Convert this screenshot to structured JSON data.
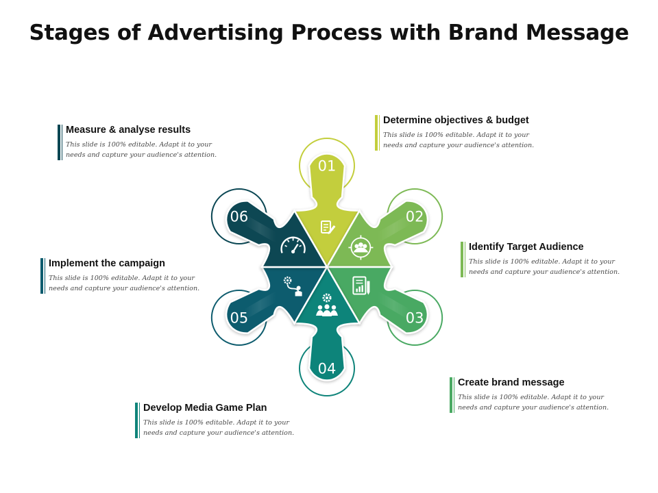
{
  "title": "Stages of Advertising Process with Brand Message",
  "stages": [
    {
      "num": "01",
      "heading": "Determine objectives & budget",
      "body": "This slide is 100% editable. Adapt it to your needs and capture your audience's attention.",
      "color": "#C3CE3C",
      "icon": "checklist-pen-icon"
    },
    {
      "num": "02",
      "heading": "Identify Target Audience",
      "body": "This slide is 100% editable. Adapt it to your needs and capture your audience's attention.",
      "color": "#7DB955",
      "icon": "target-audience-icon"
    },
    {
      "num": "03",
      "heading": "Create brand message",
      "body": "This slide is 100% editable. Adapt it to your needs and capture your audience's attention.",
      "color": "#4AA963",
      "icon": "report-pen-icon"
    },
    {
      "num": "04",
      "heading": "Develop Media Game Plan",
      "body": "This slide is 100% editable. Adapt it to your needs and capture your audience's attention.",
      "color": "#0F847A",
      "icon": "team-gear-icon"
    },
    {
      "num": "05",
      "heading": "Implement the campaign",
      "body": "This slide is 100% editable. Adapt it to your needs and capture your audience's attention.",
      "color": "#0E5C6E",
      "icon": "process-person-icon"
    },
    {
      "num": "06",
      "heading": "Measure & analyse results",
      "body": "This slide is 100% editable. Adapt it to your needs and capture your audience's attention.",
      "color": "#0A4653",
      "icon": "speedometer-icon"
    }
  ]
}
